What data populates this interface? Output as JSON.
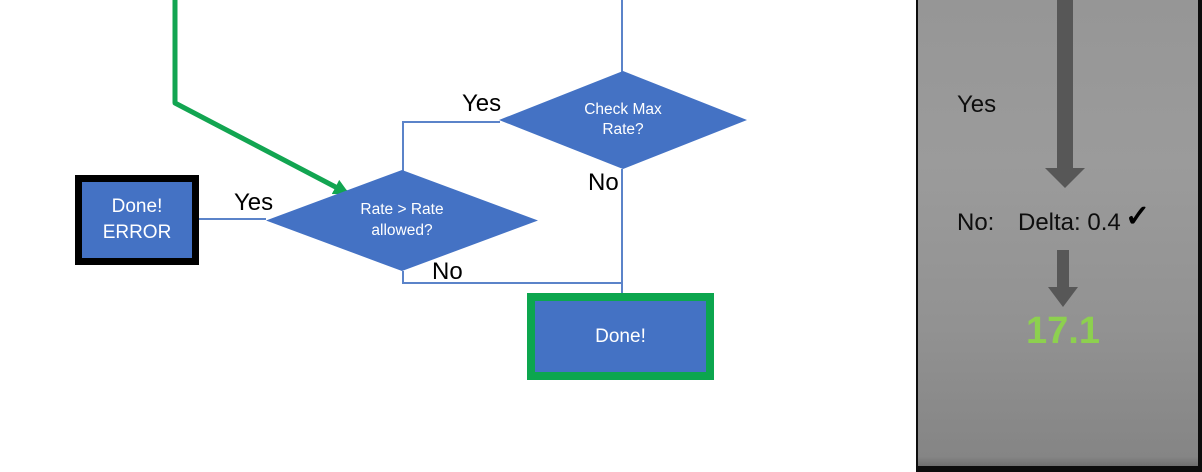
{
  "colors": {
    "shape_blue": "#4472C4",
    "connector_blue": "#5b83c9",
    "green_arrow": "#12A551",
    "done_border_green": "#0CA64E",
    "error_border_black": "#000000",
    "panel_gray": "#969696",
    "panel_arrow_gray": "#575757",
    "result_green": "#8DD04F",
    "shape_text_white": "#ffffff",
    "label_text_black": "#000000"
  },
  "flowchart": {
    "diamond_check_max": {
      "line1": "Check Max",
      "line2": "Rate?"
    },
    "label_yes_check": "Yes",
    "label_no_check": "No",
    "diamond_rate_allowed": {
      "line1": "Rate > Rate",
      "line2": "allowed?"
    },
    "label_yes_rate": "Yes",
    "label_no_rate": "No",
    "box_done_error": {
      "line1": "Done!",
      "line2": "ERROR"
    },
    "box_done": {
      "label": "Done!"
    }
  },
  "side_panel": {
    "yes_label": "Yes",
    "no_label": "No:",
    "delta_text": "Delta: 0.4",
    "check_mark": "✓",
    "result_value": "17.1"
  }
}
